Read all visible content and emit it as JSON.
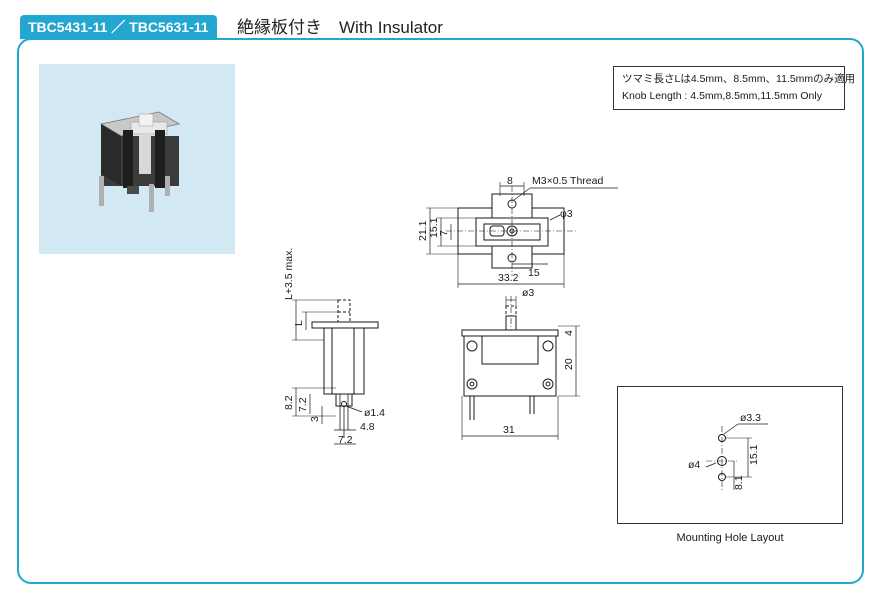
{
  "header": {
    "model_label": "TBC5431-11 ／ TBC5631-11",
    "title": "絶縁板付き　With Insulator"
  },
  "note": {
    "line1": "ツマミ長さLは4.5mm、8.5mm、11.5mmのみ適用",
    "line2": "Knob Length : 4.5mm,8.5mm,11.5mm Only"
  },
  "top_view": {
    "dim_8": "8",
    "thread_label": "M3×0.5 Thread",
    "dim_phi3": "φ3",
    "dim_21_1": "21.1",
    "dim_15_1": "15.1",
    "dim_7": "7",
    "dim_15": "15",
    "dim_33_2": "33.2"
  },
  "side_view": {
    "dim_l_plus": "L+3.5 max.",
    "dim_l": "L",
    "dim_8_2": "8.2",
    "dim_7_2_a": "7.2",
    "dim_3": "3",
    "dim_phi1_4": "ø1.4",
    "dim_4_8": "4.8",
    "dim_7_2_b": "7.2"
  },
  "front_view": {
    "dim_phi3": "ø3",
    "dim_4": "4",
    "dim_20": "20",
    "dim_31": "31"
  },
  "mounting": {
    "dim_phi3_3": "ø3.3",
    "dim_phi4": "ø4",
    "dim_15_1": "15.1",
    "dim_8_1": "8.1",
    "caption": "Mounting Hole Layout"
  },
  "colors": {
    "accent": "#23a6cf",
    "photo_bg": "#d2e8f2"
  }
}
